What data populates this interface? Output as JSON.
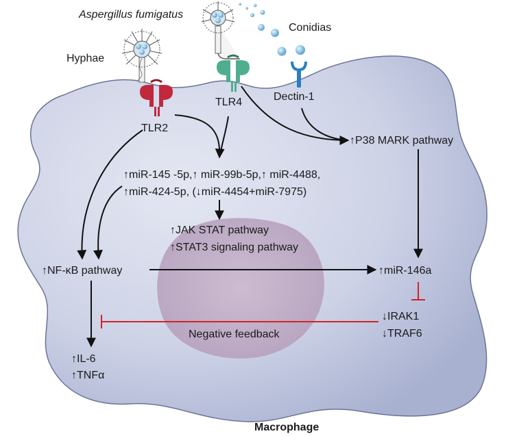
{
  "title": "Macrophage",
  "organism": "Aspergillus fumigatus",
  "forms": {
    "hyphae": "Hyphae",
    "conidias": "Conidias"
  },
  "receptors": {
    "tlr2": "TLR2",
    "tlr4": "TLR4",
    "dectin1": "Dectin-1"
  },
  "pathways": {
    "p38": "P38 MARK pathway",
    "mirna_line1": "miR-145 -5p,↑ miR-99b-5p,↑ miR-4488,",
    "mirna_line2": "miR-424-5p, (↓miR-4454+miR-7975)",
    "jak_stat": "JAK STAT pathway",
    "stat3": "STAT3 signaling pathway",
    "nfkb": "NF-κB pathway",
    "mir146a": "miR-146a",
    "irak1": "IRAK1",
    "traf6": "TRAF6",
    "il6": "IL-6",
    "tnfa": "TNFα"
  },
  "feedback_label": "Negative feedback",
  "colors": {
    "cell_fill": "#c9cfe6",
    "nucleus_fill": "#bfa9c4",
    "tlr2_color": "#c0283c",
    "tlr4_color": "#4fae8f",
    "dectin_color": "#2a7fc1",
    "inhibition": "#d2232a",
    "arrow": "#111111",
    "spore": "#6fb3d6"
  }
}
